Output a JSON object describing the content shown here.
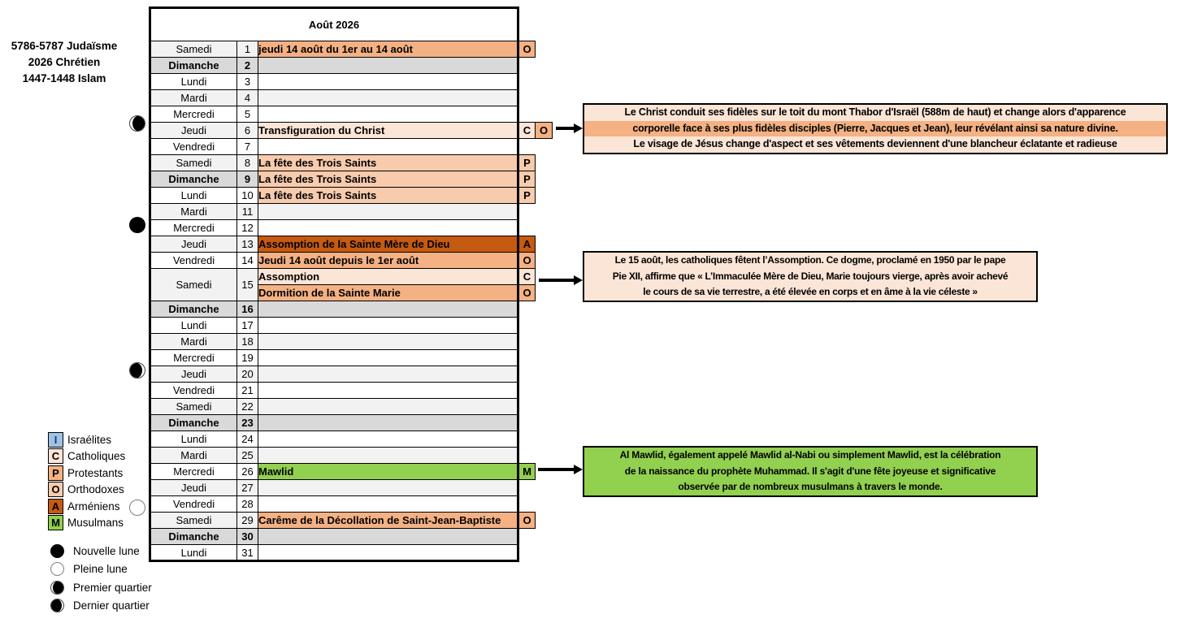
{
  "title": "Août 2026",
  "era_labels": [
    "5786-5787  Judaïsme",
    "2026 Chrétien",
    "1447-1448 Islam"
  ],
  "palette": {
    "israelites_blue": "#9DC3E6",
    "catholiques_peach": "#FBE5D6",
    "protestants_orange": "#F8CBAD",
    "orthodoxes_orange": "#F4B183",
    "armeniens_dark_orange": "#C55A11",
    "musulmans_green": "#92D050",
    "sunday_gray": "#D9D9D9",
    "alt_row_gray": "#F2F2F2"
  },
  "calendar": {
    "rows": [
      {
        "day": "Samedi",
        "num": "1",
        "shade": "#F2F2F2",
        "event": {
          "text": "jeudi 14 août du 1er au 14 août",
          "bg": "#F4B183",
          "codes": [
            {
              "letter": "O",
              "bg": "#F4B183"
            }
          ]
        }
      },
      {
        "day": "Dimanche",
        "num": "2",
        "shade": "#D9D9D9",
        "sunday": true
      },
      {
        "day": "Lundi",
        "num": "3",
        "shade": "#FFFFFF"
      },
      {
        "day": "Mardi",
        "num": "4",
        "shade": "#F2F2F2"
      },
      {
        "day": "Mercredi",
        "num": "5",
        "shade": "#FFFFFF"
      },
      {
        "day": "Jeudi",
        "num": "6",
        "shade": "#F2F2F2",
        "event": {
          "text": "Transfiguration du Christ",
          "bg": "#FBE5D6",
          "codes": [
            {
              "letter": "C",
              "bg": "#FBE5D6"
            },
            {
              "letter": "O",
              "bg": "#F4B183"
            }
          ]
        }
      },
      {
        "day": "Vendredi",
        "num": "7",
        "shade": "#FFFFFF"
      },
      {
        "day": "Samedi",
        "num": "8",
        "shade": "#F2F2F2",
        "event": {
          "text": "La fête des Trois Saints",
          "bg": "#F8CBAD",
          "codes": [
            {
              "letter": "P",
              "bg": "#F8CBAD"
            }
          ]
        }
      },
      {
        "day": "Dimanche",
        "num": "9",
        "shade": "#D9D9D9",
        "sunday": true,
        "event": {
          "text": "La fête des Trois Saints",
          "bg": "#F8CBAD",
          "codes": [
            {
              "letter": "P",
              "bg": "#F8CBAD"
            }
          ]
        }
      },
      {
        "day": "Lundi",
        "num": "10",
        "shade": "#FFFFFF",
        "event": {
          "text": "La fête des Trois Saints",
          "bg": "#F8CBAD",
          "codes": [
            {
              "letter": "P",
              "bg": "#F8CBAD"
            }
          ]
        }
      },
      {
        "day": "Mardi",
        "num": "11",
        "shade": "#F2F2F2"
      },
      {
        "day": "Mercredi",
        "num": "12",
        "shade": "#FFFFFF"
      },
      {
        "day": "Jeudi",
        "num": "13",
        "shade": "#F2F2F2",
        "event": {
          "text": "Assomption de la Sainte Mère de Dieu",
          "bg": "#C55A11",
          "codes": [
            {
              "letter": "A",
              "bg": "#C55A11"
            }
          ]
        }
      },
      {
        "day": "Vendredi",
        "num": "14",
        "shade": "#FFFFFF",
        "event": {
          "text": "Jeudi 14 août depuis le 1er août",
          "bg": "#F4B183",
          "codes": [
            {
              "letter": "O",
              "bg": "#F4B183"
            }
          ]
        }
      },
      {
        "day": "Samedi",
        "num": "15",
        "shade": "#F2F2F2",
        "rowspan": 2,
        "event": {
          "text": "Assomption",
          "bg": "#FBE5D6",
          "codes": [
            {
              "letter": "C",
              "bg": "#FBE5D6"
            }
          ]
        }
      },
      {
        "merged": true,
        "event": {
          "text": "Dormition de la Sainte Marie",
          "bg": "#F4B183",
          "codes": [
            {
              "letter": "O",
              "bg": "#F4B183"
            }
          ]
        }
      },
      {
        "day": "Dimanche",
        "num": "16",
        "shade": "#D9D9D9",
        "sunday": true
      },
      {
        "day": "Lundi",
        "num": "17",
        "shade": "#FFFFFF"
      },
      {
        "day": "Mardi",
        "num": "18",
        "shade": "#F2F2F2"
      },
      {
        "day": "Mercredi",
        "num": "19",
        "shade": "#FFFFFF"
      },
      {
        "day": "Jeudi",
        "num": "20",
        "shade": "#F2F2F2"
      },
      {
        "day": "Vendredi",
        "num": "21",
        "shade": "#FFFFFF"
      },
      {
        "day": "Samedi",
        "num": "22",
        "shade": "#F2F2F2"
      },
      {
        "day": "Dimanche",
        "num": "23",
        "shade": "#D9D9D9",
        "sunday": true
      },
      {
        "day": "Lundi",
        "num": "24",
        "shade": "#FFFFFF"
      },
      {
        "day": "Mardi",
        "num": "25",
        "shade": "#F2F2F2"
      },
      {
        "day": "Mercredi",
        "num": "26",
        "shade": "#FFFFFF",
        "event": {
          "text": "Mawlid",
          "bg": "#92D050",
          "codes": [
            {
              "letter": "M",
              "bg": "#92D050"
            }
          ]
        }
      },
      {
        "day": "Jeudi",
        "num": "27",
        "shade": "#F2F2F2"
      },
      {
        "day": "Vendredi",
        "num": "28",
        "shade": "#FFFFFF"
      },
      {
        "day": "Samedi",
        "num": "29",
        "shade": "#F2F2F2",
        "event": {
          "text": "Carême de la Décollation de Saint-Jean-Baptiste",
          "bg": "#F4B183",
          "codes": [
            {
              "letter": "O",
              "bg": "#F4B183"
            }
          ]
        }
      },
      {
        "day": "Dimanche",
        "num": "30",
        "shade": "#D9D9D9",
        "sunday": true
      },
      {
        "day": "Lundi",
        "num": "31",
        "shade": "#FFFFFF"
      }
    ]
  },
  "legend": {
    "religions": [
      {
        "letter": "I",
        "label": "Israélites",
        "bg": "#9DC3E6",
        "fg": "#1F3864"
      },
      {
        "letter": "C",
        "label": "Catholiques",
        "bg": "#FBE5D6",
        "fg": "#000000"
      },
      {
        "letter": "P",
        "label": "Protestants",
        "bg": "#F4B183",
        "fg": "#000000"
      },
      {
        "letter": "O",
        "label": "Orthodoxes",
        "bg": "#F8CBAD",
        "fg": "#000000"
      },
      {
        "letter": "A",
        "label": "Arméniens",
        "bg": "#C55A11",
        "fg": "#000000"
      },
      {
        "letter": "M",
        "label": "Musulmans",
        "bg": "#92D050",
        "fg": "#000000"
      }
    ],
    "moons": [
      {
        "phase": "nouvelle",
        "label": "Nouvelle lune"
      },
      {
        "phase": "pleine",
        "label": "Pleine lune"
      },
      {
        "phase": "premier",
        "label": "Premier quartier"
      },
      {
        "phase": "dernier",
        "label": "Dernier quartier"
      }
    ]
  },
  "margin_moons": [
    {
      "day": "6",
      "phase": "premier"
    },
    {
      "day": "12",
      "phase": "nouvelle"
    },
    {
      "day": "20",
      "phase": "dernier"
    },
    {
      "day": "28",
      "phase": "pleine"
    }
  ],
  "annotations": [
    {
      "for_day": "6",
      "lines": [
        "Le Christ conduit ses fidèles sur le toit du mont Thabor d'Israël (588m de haut) et change alors d'apparence",
        "corporelle face à ses plus fidèles disciples (Pierre, Jacques et Jean), leur révélant ainsi sa nature divine.",
        "Le visage de Jésus change d'aspect et ses vêtements deviennent d'une blancheur éclatante et radieuse"
      ],
      "line_bgs": [
        "#FBE5D6",
        "#F4B183",
        "#FBE5D6"
      ]
    },
    {
      "for_day": "15",
      "bg": "#FBE5D6",
      "lines": [
        "Le 15 août, les catholiques fêtent l’Assomption. Ce dogme, proclamé en 1950  par le pape",
        "Pie XII, affirme que « L’Immaculée  Mère de Dieu, Marie toujours vierge, après avoir achevé",
        "le cours de sa vie terrestre,  a été élevée en corps et en âme à la vie céleste »"
      ]
    },
    {
      "for_day": "26",
      "bg": "#92D050",
      "lines": [
        "Al Mawlid, également appelé Mawlid al-Nabi ou simplement Mawlid, est la célébration",
        "de la naissance du prophète Muhammad. Il s'agit d'une fête joyeuse et significative",
        "observée par de nombreux musulmans à travers le monde."
      ]
    }
  ]
}
